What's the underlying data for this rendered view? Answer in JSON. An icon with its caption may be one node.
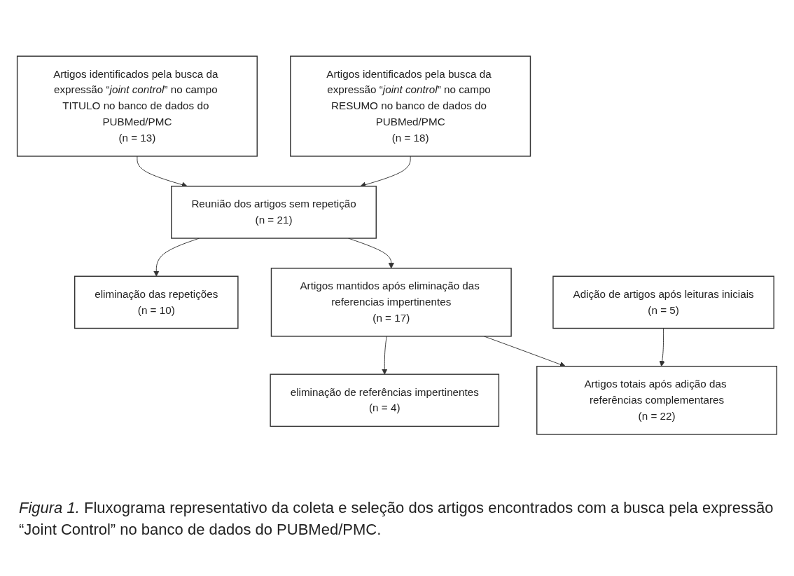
{
  "diagram": {
    "nodes": [
      {
        "text": [
          "Artigos identificados pela busca da expressão “*joint control*” no campo TITULO no banco de dados do PUBMed/PMC",
          "(n = 13)"
        ]
      },
      {
        "text": [
          "Artigos identificados pela busca da expressão “*joint control*” no campo RESUMO no banco de dados do PUBMed/PMC",
          "(n = 18)"
        ]
      },
      {
        "text": [
          "Reunião dos artigos sem repetição",
          "(n = 21)"
        ]
      },
      {
        "text": [
          "eliminação das repetições",
          "(n = 10)"
        ]
      },
      {
        "text": [
          "Artigos mantidos após eliminação das referencias impertinentes",
          "(n = 17)"
        ]
      },
      {
        "text": [
          "eliminação de referências impertinentes",
          "(n = 4)"
        ]
      },
      {
        "text": [
          "Artigos totais após adição das referências complementares",
          "(n = 22)"
        ]
      },
      {
        "text": [
          "Adição de artigos após leituras iniciais",
          "(n = 5)"
        ]
      }
    ],
    "edges": [
      {
        "from": 0,
        "to": 2,
        "arrow": "to"
      },
      {
        "from": 1,
        "to": 2,
        "arrow": "to"
      },
      {
        "from": 2,
        "to": 3,
        "arrow": "to"
      },
      {
        "from": 2,
        "to": 4,
        "arrow": "to"
      },
      {
        "from": 4,
        "to": 5,
        "arrow": "to"
      },
      {
        "from": 4,
        "to": 6,
        "arrow": "to"
      },
      {
        "from": 7,
        "to": 6,
        "arrow": "to"
      }
    ],
    "caption": "*Figura 1.* Fluxograma representativo da coleta e seleção dos artigos encontrados com a busca pela expressão “Joint Control” no banco de dados do PUBMed/PMC."
  }
}
